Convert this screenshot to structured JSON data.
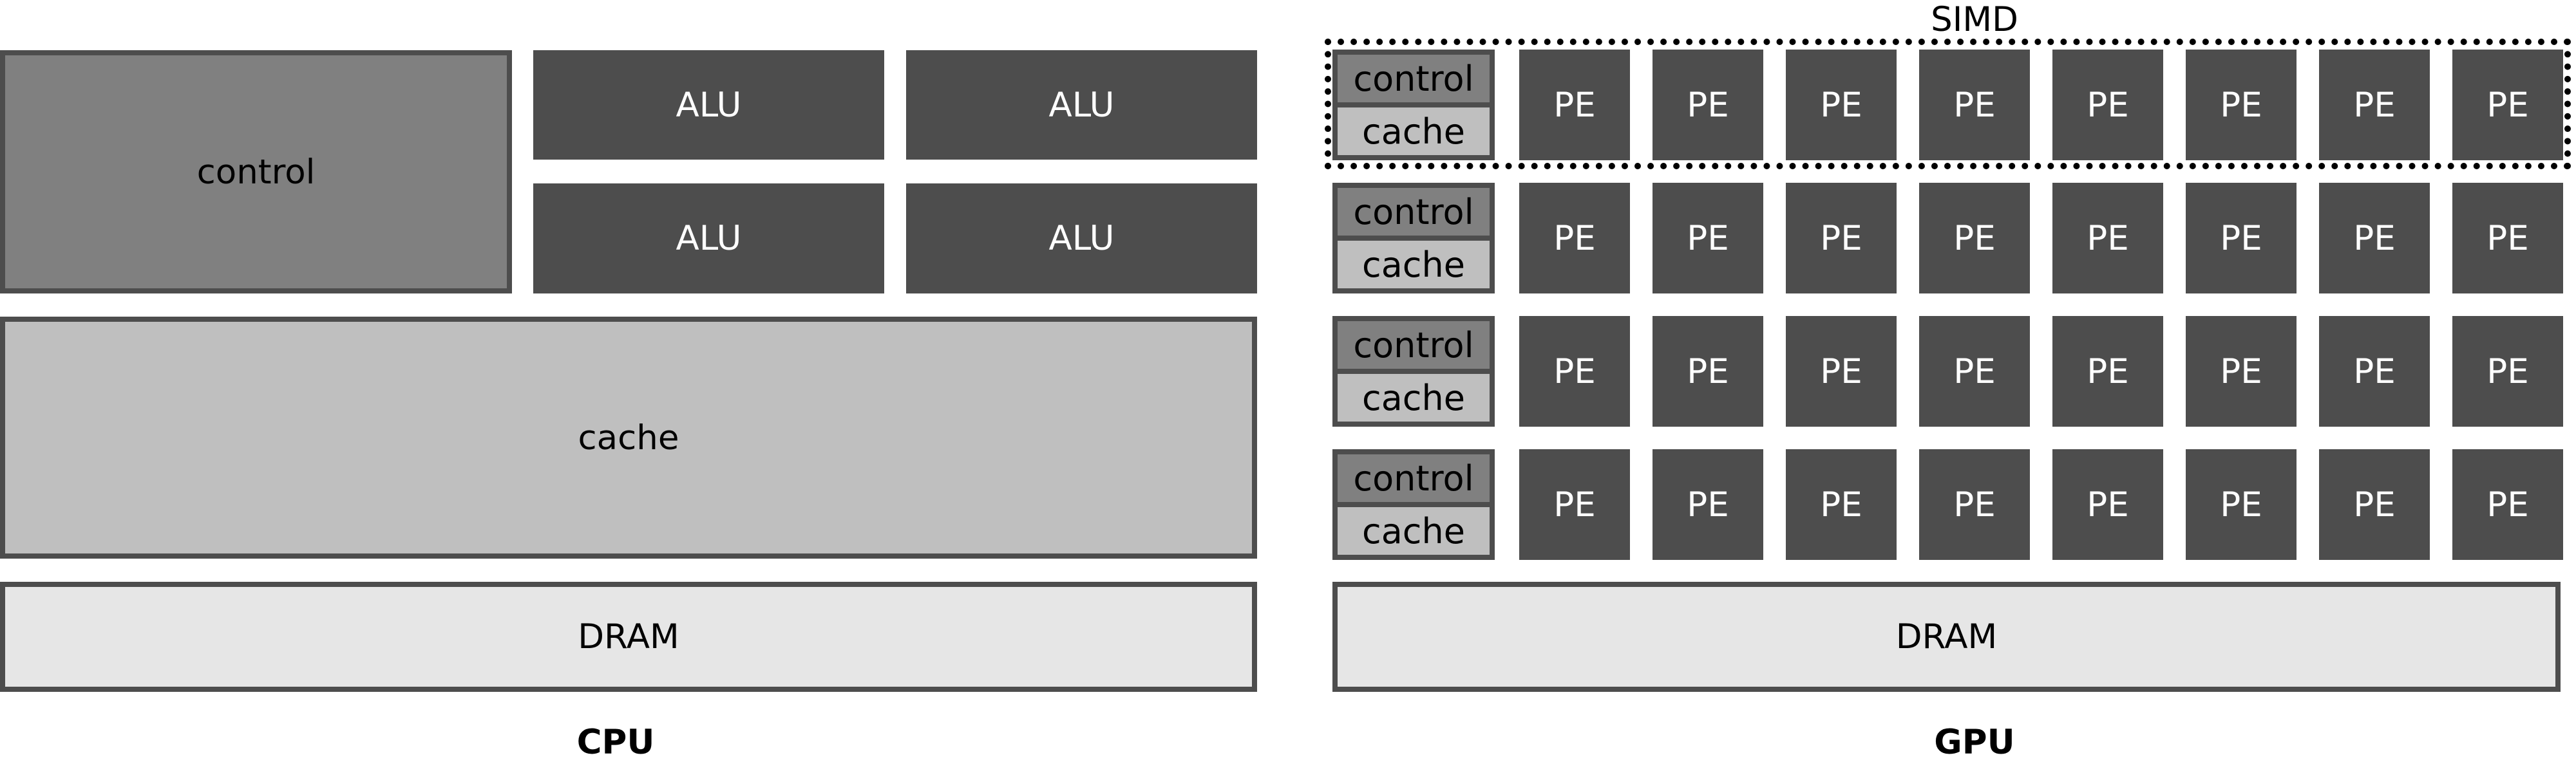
{
  "cpu": {
    "caption": "CPU",
    "control_label": "control",
    "alu_labels": [
      "ALU",
      "ALU",
      "ALU",
      "ALU"
    ],
    "cache_label": "cache",
    "dram_label": "DRAM"
  },
  "gpu": {
    "caption": "GPU",
    "simd_label": "SIMD",
    "rows": [
      {
        "control_label": "control",
        "cache_label": "cache",
        "pe_labels": [
          "PE",
          "PE",
          "PE",
          "PE",
          "PE",
          "PE",
          "PE",
          "PE"
        ]
      },
      {
        "control_label": "control",
        "cache_label": "cache",
        "pe_labels": [
          "PE",
          "PE",
          "PE",
          "PE",
          "PE",
          "PE",
          "PE",
          "PE"
        ]
      },
      {
        "control_label": "control",
        "cache_label": "cache",
        "pe_labels": [
          "PE",
          "PE",
          "PE",
          "PE",
          "PE",
          "PE",
          "PE",
          "PE"
        ]
      },
      {
        "control_label": "control",
        "cache_label": "cache",
        "pe_labels": [
          "PE",
          "PE",
          "PE",
          "PE",
          "PE",
          "PE",
          "PE",
          "PE"
        ]
      }
    ],
    "dram_label": "DRAM"
  },
  "colors": {
    "control": "#808080",
    "cache": "#bfbfbf",
    "dram": "#e6e6e6",
    "alu_pe": "#4d4d4d",
    "border": "#4d4d4d"
  }
}
